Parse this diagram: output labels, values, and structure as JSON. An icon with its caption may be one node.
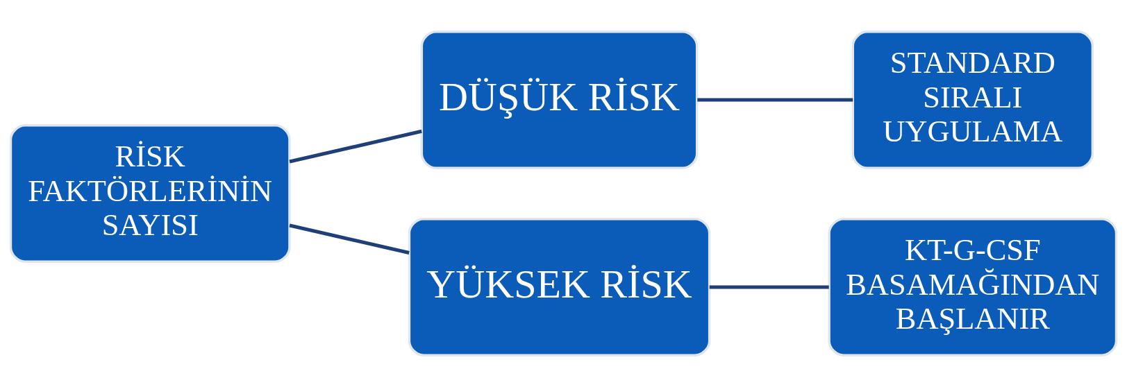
{
  "diagram": {
    "nodes": [
      {
        "text": [
          "RİSK FAKTÖRLERİNİN SAYISI"
        ]
      },
      {
        "text": [
          "DÜŞÜK RİSK"
        ]
      },
      {
        "text": [
          "STANDARD SIRALI UYGULAMA"
        ]
      },
      {
        "text": [
          "YÜKSEK RİSK"
        ]
      },
      {
        "text": [
          "KT-G-CSF BASAMAĞINDAN BAŞLANIR"
        ]
      }
    ],
    "edges": [
      {
        "from": 0,
        "to": 1,
        "arrow": "none"
      },
      {
        "from": 0,
        "to": 3,
        "arrow": "none"
      },
      {
        "from": 1,
        "to": 2,
        "arrow": "none"
      },
      {
        "from": 3,
        "to": 4,
        "arrow": "none"
      }
    ]
  }
}
